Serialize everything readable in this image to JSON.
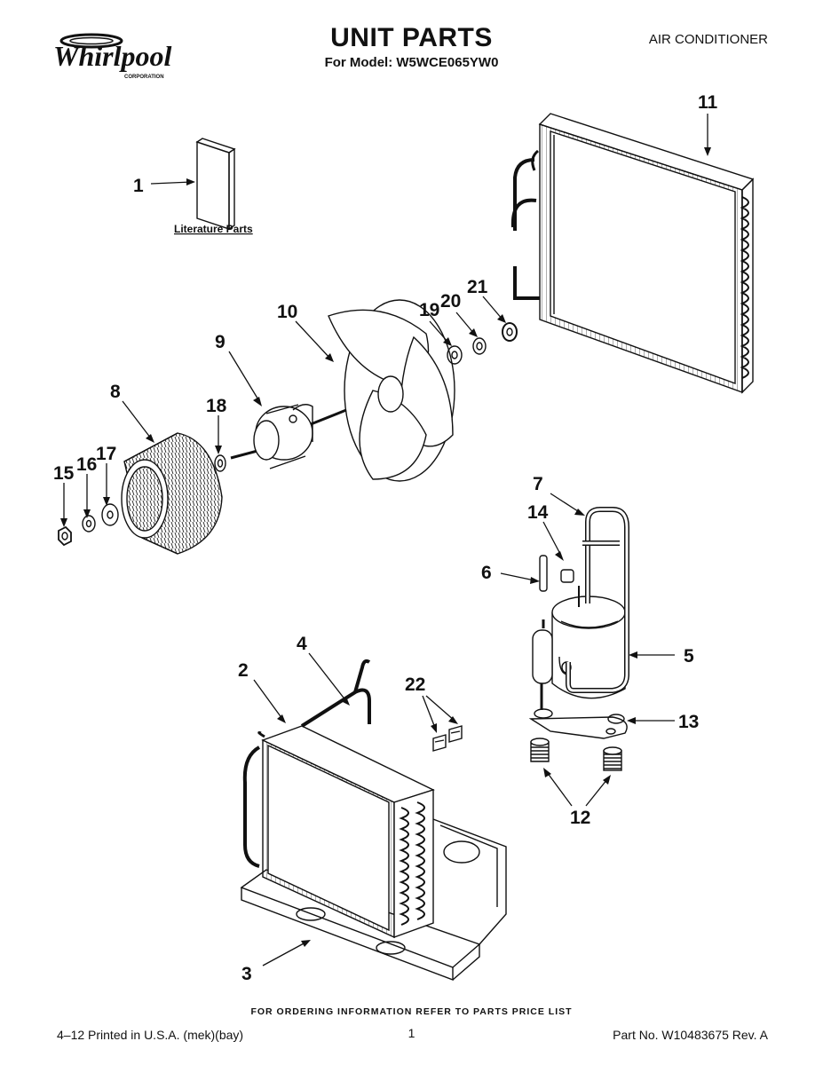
{
  "header": {
    "brand": "Whirlpool",
    "brand_sub": "CORPORATION",
    "title": "UNIT PARTS",
    "subtitle": "For Model: W5WCE065YW0",
    "category": "AIR CONDITIONER"
  },
  "diagram": {
    "literature_label": "Literature Parts",
    "callouts": [
      "1",
      "2",
      "3",
      "4",
      "5",
      "6",
      "7",
      "8",
      "9",
      "10",
      "11",
      "12",
      "13",
      "14",
      "15",
      "16",
      "17",
      "18",
      "19",
      "20",
      "21",
      "22"
    ]
  },
  "footer": {
    "ordering": "FOR ORDERING INFORMATION REFER TO PARTS PRICE LIST",
    "printed": "4–12 Printed in U.S.A. (mek)(bay)",
    "page": "1",
    "part_no": "Part No. W10483675 Rev. A"
  },
  "colors": {
    "ink": "#111111",
    "background": "#ffffff"
  }
}
